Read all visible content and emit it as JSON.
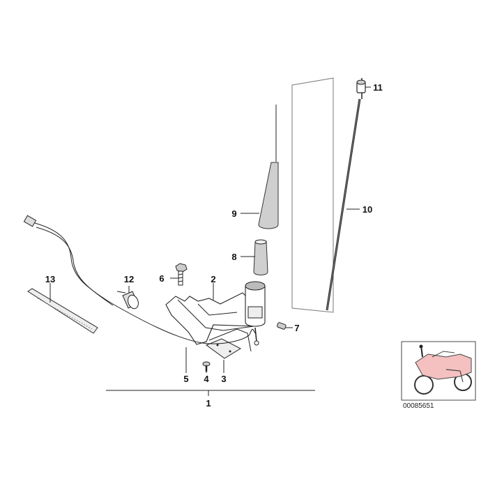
{
  "diagram": {
    "callouts": {
      "c1": "1",
      "c2": "2",
      "c3": "3",
      "c4": "4",
      "c5": "5",
      "c6": "6",
      "c7": "7",
      "c8": "8",
      "c9": "9",
      "c10": "10",
      "c11": "11",
      "c12": "12",
      "c13": "13"
    },
    "reference_number": "00085651"
  }
}
